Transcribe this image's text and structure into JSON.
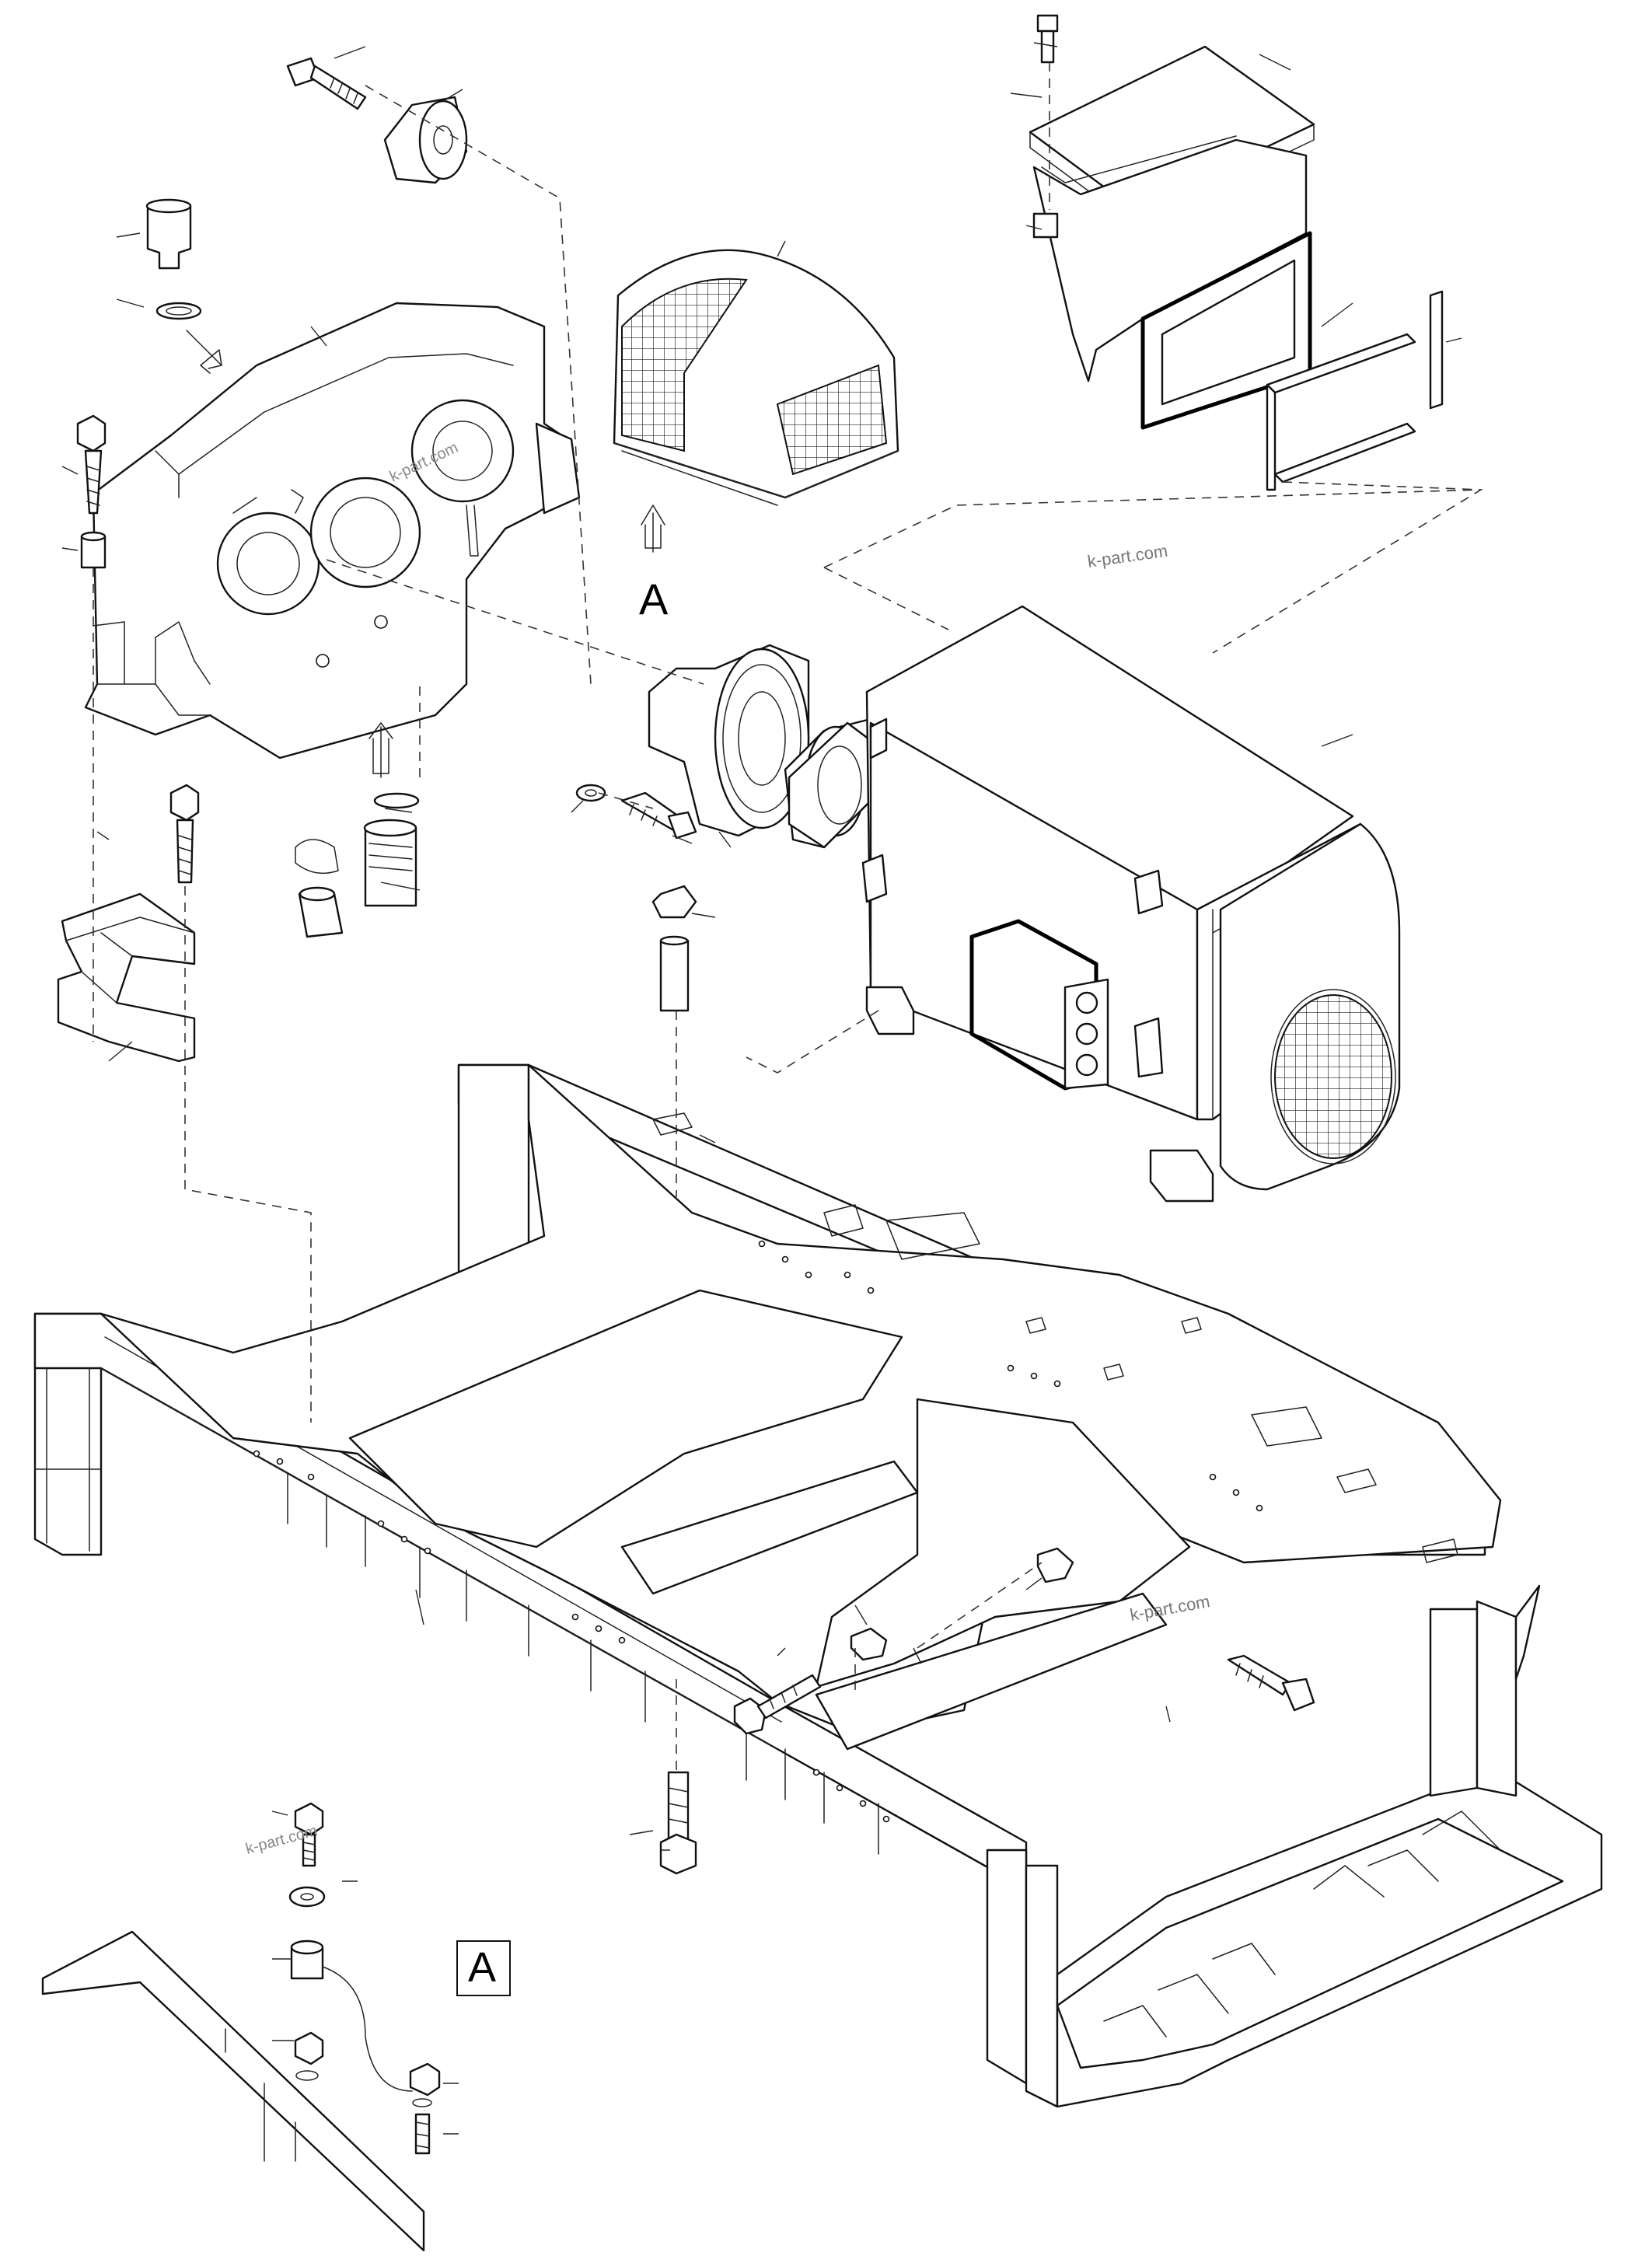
{
  "labels": {
    "view_arrow_letter": "A",
    "detail_box_letter": "A"
  },
  "watermarks": [
    "k-part.com",
    "k-part.com",
    "k-part.com",
    "k-part.com"
  ]
}
